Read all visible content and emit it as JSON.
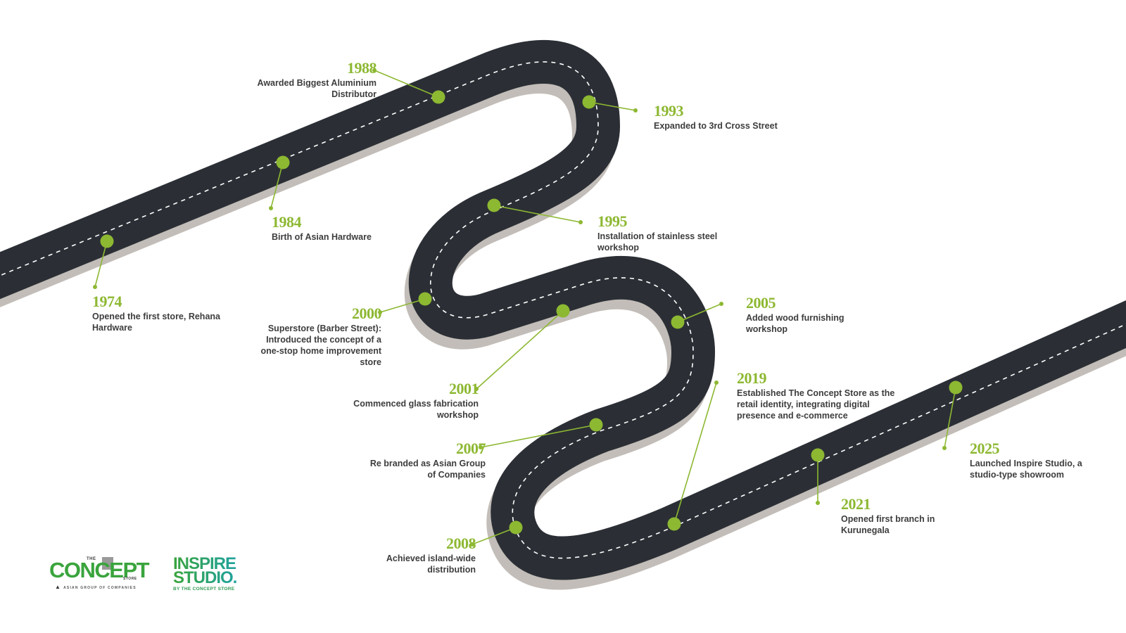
{
  "colors": {
    "road": "#2b2f35",
    "road_shadow": "#c2bdb8",
    "lane_dash": "#ffffff",
    "marker": "#8db832",
    "year_text": "#8db832",
    "desc_text": "#3d3d3d"
  },
  "milestones": [
    {
      "year": "1974",
      "description": "Opened the first store, Rehana Hardware"
    },
    {
      "year": "1984",
      "description": "Birth of Asian Hardware"
    },
    {
      "year": "1988",
      "description": "Awarded Biggest Aluminium Distributor"
    },
    {
      "year": "1993",
      "description": "Expanded to 3rd Cross Street"
    },
    {
      "year": "1995",
      "description": "Installation of stainless steel workshop"
    },
    {
      "year": "2000",
      "description": "Superstore (Barber Street): Introduced the concept of a one-stop home improvement store"
    },
    {
      "year": "2001",
      "description": "Commenced glass fabrication workshop"
    },
    {
      "year": "2005",
      "description": "Added wood furnishing workshop"
    },
    {
      "year": "2007",
      "description": "Re branded as Asian Group of Companies"
    },
    {
      "year": "2008",
      "description": "Achieved island-wide distribution"
    },
    {
      "year": "2019",
      "description": "Established The Concept Store as the retail identity, integrating digital presence and e-commerce"
    },
    {
      "year": "2021",
      "description": "Opened first branch in Kurunegala"
    },
    {
      "year": "2025",
      "description": "Launched Inspire Studio, a studio-type showroom"
    }
  ],
  "logos": {
    "concept_store": {
      "the": "THE",
      "word": "CONCEPT",
      "store": "STORE",
      "tagline": "ASIAN GROUP OF COMPANIES"
    },
    "inspire_studio": {
      "line1": "INSPIRE",
      "line2": "STUDIO.",
      "tagline": "BY THE CONCEPT STORE"
    }
  }
}
